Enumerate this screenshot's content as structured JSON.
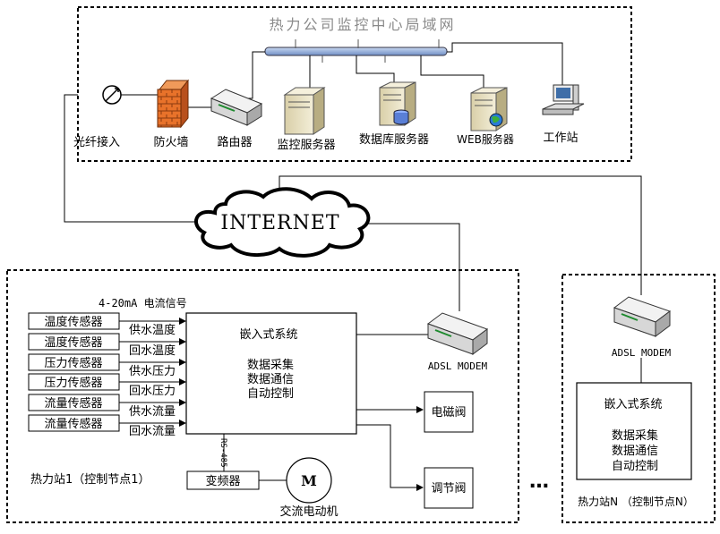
{
  "lan": {
    "title": "热力公司监控中心局域网",
    "devices": {
      "fiber": "光纤接入",
      "firewall": "防火墙",
      "router": "路由器",
      "monitor_server": "监控服务器",
      "db_server": "数据库服务器",
      "web_server": "WEB服务器",
      "workstation": "工作站"
    }
  },
  "cloud": {
    "label": "INTERNET"
  },
  "station1": {
    "signal_label": "4-20mA  电流信号",
    "sensors": [
      "温度传感器",
      "温度传感器",
      "压力传感器",
      "压力传感器",
      "流量传感器",
      "流量传感器"
    ],
    "signals": [
      "供水温度",
      "回水温度",
      "供水压力",
      "回水压力",
      "供水流量",
      "回水流量"
    ],
    "embedded": {
      "title": "嵌入式系统",
      "line1": "数据采集",
      "line2": "数据通信",
      "line3": "自动控制"
    },
    "modem": "ADSL MODEM",
    "valve1": "电磁阀",
    "valve2": "调节阀",
    "rs485": "RS-485",
    "vfd": "变频器",
    "motor_symbol": "M",
    "motor_label": "交流电动机",
    "name": "热力站1（控制节点1）"
  },
  "ellipsis": "…",
  "stationN": {
    "modem": "ADSL MODEM",
    "embedded": {
      "title": "嵌入式系统",
      "line1": "数据采集",
      "line2": "数据通信",
      "line3": "自动控制"
    },
    "name": "热力站N （控制节点N）"
  }
}
